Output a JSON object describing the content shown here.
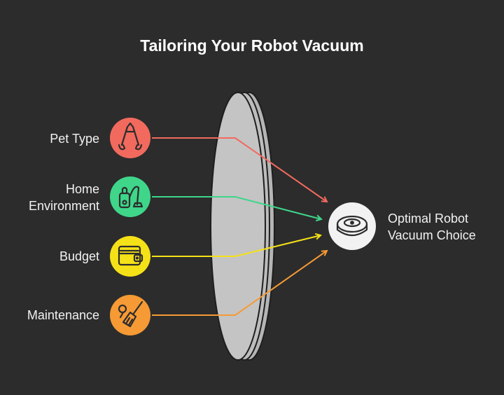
{
  "title": "Tailoring Your Robot Vacuum",
  "inputs": [
    {
      "label_lines": [
        "Pet Type"
      ],
      "icon": "nail-clippers-icon",
      "color": "#f26a5e"
    },
    {
      "label_lines": [
        "Home",
        "Environment"
      ],
      "icon": "vacuum-cleaner-icon",
      "color": "#3fd68a"
    },
    {
      "label_lines": [
        "Budget"
      ],
      "icon": "wallet-icon",
      "color": "#f5e117"
    },
    {
      "label_lines": [
        "Maintenance"
      ],
      "icon": "broom-icon",
      "color": "#f59a34"
    }
  ],
  "output": {
    "label_lines": [
      "Optimal Robot",
      "Vacuum Choice"
    ],
    "icon": "robot-vacuum-icon",
    "circle_color": "#f2f2f2"
  },
  "lens_color": "#c4c4c4",
  "background": "#2c2c2c"
}
